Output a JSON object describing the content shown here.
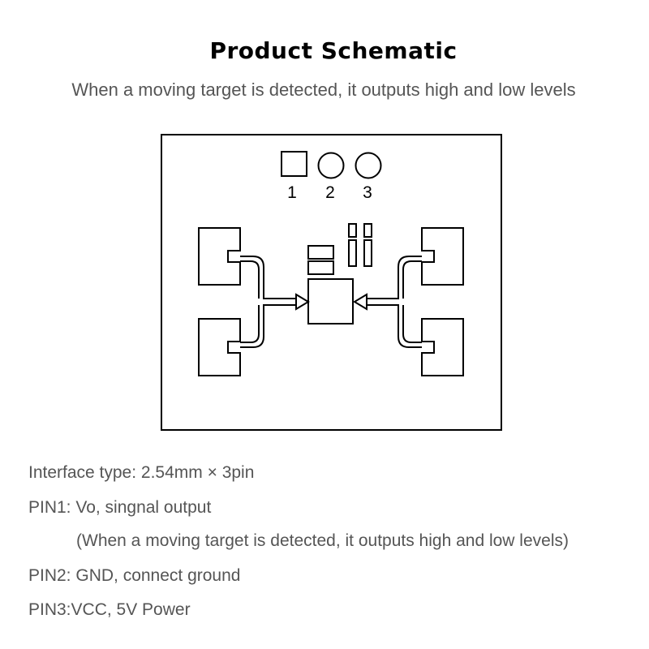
{
  "title": "Product Schematic",
  "subtitle": "When a moving target is detected, it outputs high and low levels",
  "pins": {
    "pin1_number": "1",
    "pin2_number": "2",
    "pin3_number": "3"
  },
  "description": {
    "interface_type": "Interface type: 2.54mm × 3pin",
    "pin1": "PIN1: Vo, singnal output",
    "pin1_note": "(When a moving target is detected, it outputs high and low levels)",
    "pin2": "PIN2: GND, connect ground",
    "pin3": "PIN3:VCC, 5V Power"
  }
}
